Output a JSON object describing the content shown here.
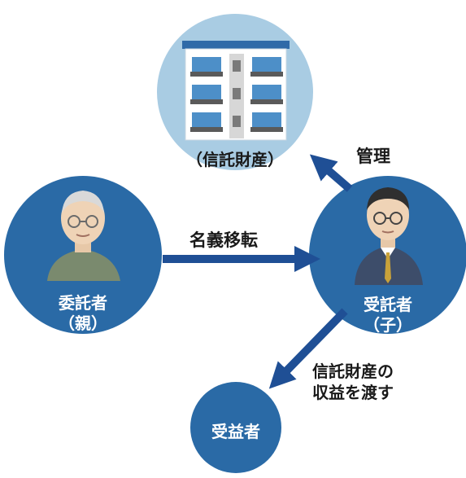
{
  "nodes": {
    "property": {
      "label": "（信託財産）"
    },
    "settlor": {
      "name": "委託者",
      "relation": "（親）"
    },
    "trustee": {
      "name": "受託者",
      "relation": "（子）"
    },
    "beneficiary": {
      "name": "受益者"
    }
  },
  "edges": {
    "transfer": {
      "label": "名義移転"
    },
    "manage": {
      "label": "管理"
    },
    "profit": {
      "line1": "信託財産の",
      "line2": "収益を渡す"
    }
  },
  "colors": {
    "node_dark": "#2a6aa6",
    "node_light": "#a9cce3",
    "arrow": "#1f4f95"
  }
}
